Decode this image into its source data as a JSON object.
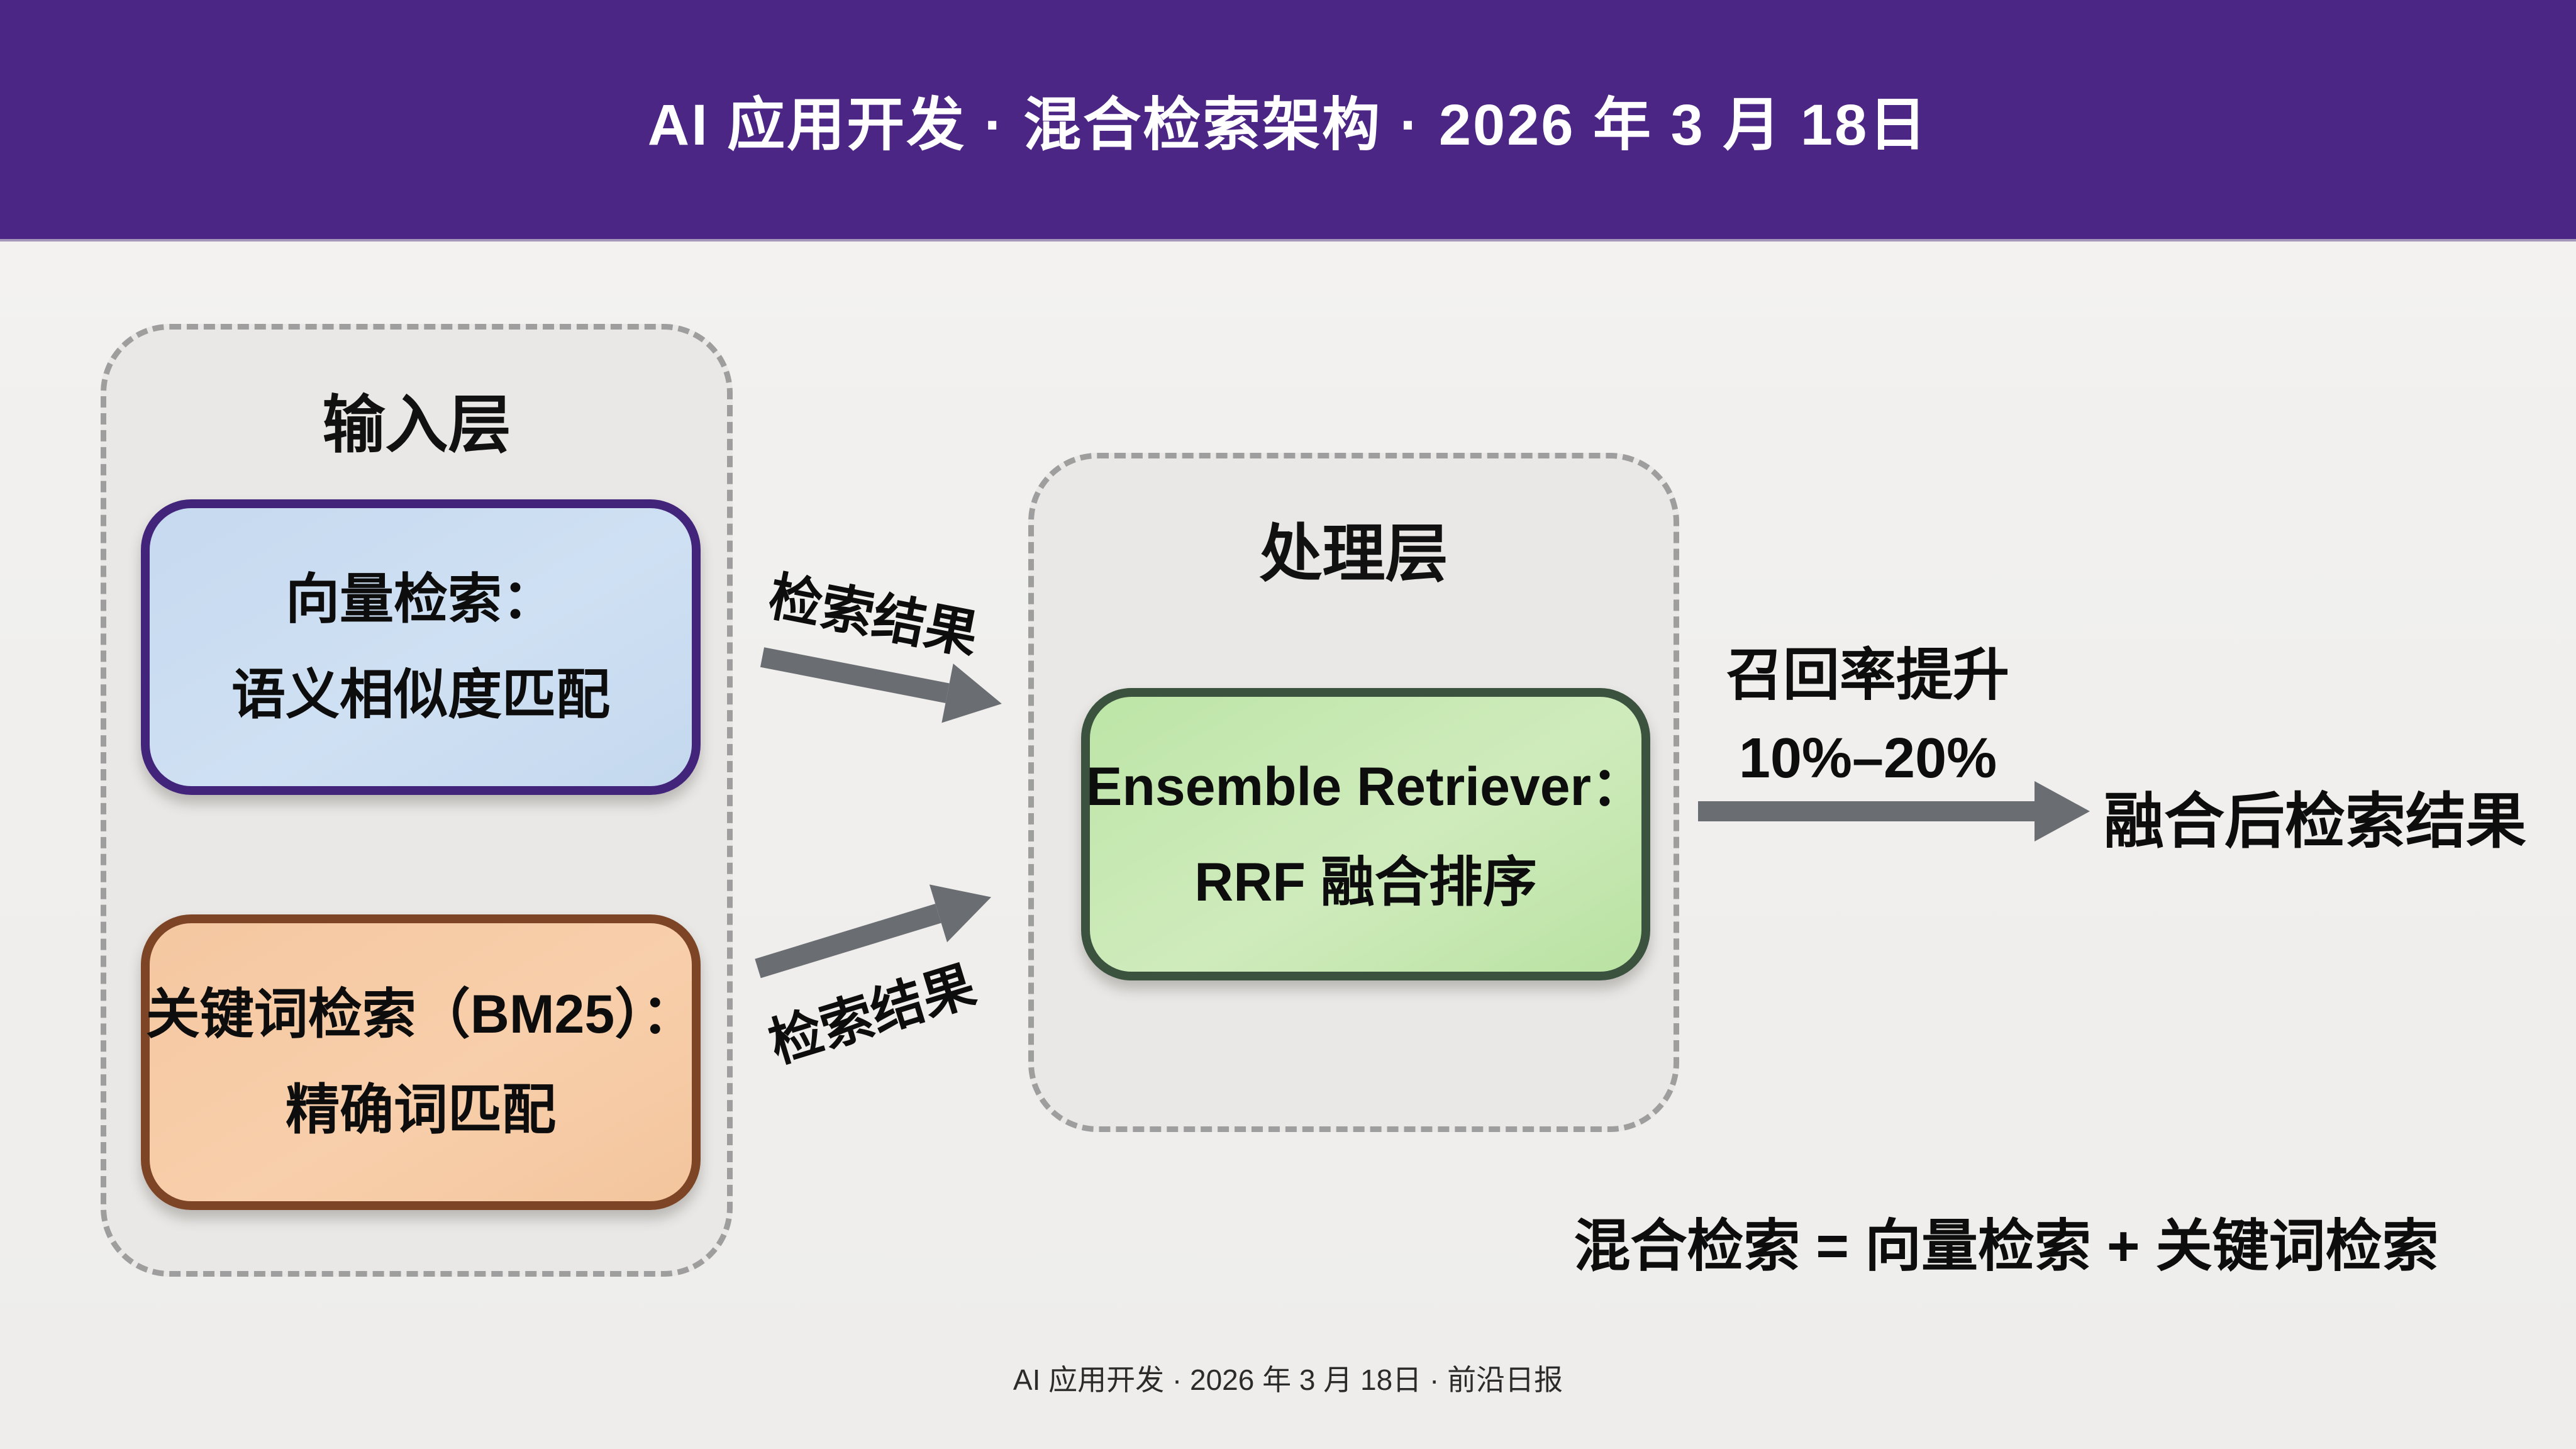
{
  "header": {
    "title": "AI 应用开发 · 混合检索架构 · 2026 年 3 月 18日",
    "bg_color": "#4b2684",
    "text_color": "#ffffff"
  },
  "diagram": {
    "input_layer": {
      "title": "输入层",
      "vector_box": {
        "line1": "向量检索：",
        "line2": "语义相似度匹配",
        "fill": "#cfe0f3",
        "border": "#42257b"
      },
      "keyword_box": {
        "line1": "关键词检索（BM25）：",
        "line2": "精确词匹配",
        "fill": "#f6cba6",
        "border": "#7d4526"
      }
    },
    "processing_layer": {
      "title": "处理层",
      "ensemble_box": {
        "line1": "Ensemble Retriever：",
        "line2": "RRF 融合排序",
        "fill": "#c3e7ad",
        "border": "#3a523e"
      }
    },
    "arrows": {
      "top_label": "检索结果",
      "bottom_label": "检索结果",
      "recall_line1": "召回率提升",
      "recall_line2": "10%–20%",
      "arrow_color": "#6a6d72"
    },
    "output_text": "融合后检索结果",
    "equation": "混合检索 = 向量检索 + 关键词检索"
  },
  "footer": {
    "text": "AI 应用开发 · 2026 年 3 月 18日 · 前沿日报"
  },
  "page": {
    "background": "#f1f0ee",
    "container_fill": "#e9e8e6",
    "container_border": "#9e9e9e"
  }
}
